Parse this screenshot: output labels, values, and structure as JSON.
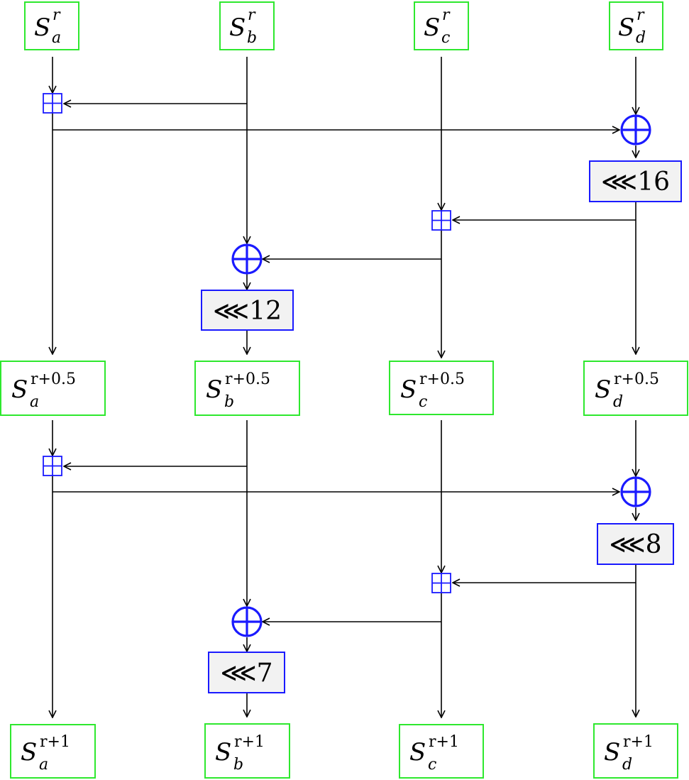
{
  "diagram": {
    "states": {
      "top": {
        "sup": "r",
        "subs": [
          "a",
          "b",
          "c",
          "d"
        ]
      },
      "middle": {
        "sup": "r+0.5",
        "subs": [
          "a",
          "b",
          "c",
          "d"
        ]
      },
      "bottom": {
        "sup": "r+1",
        "subs": [
          "a",
          "b",
          "c",
          "d"
        ]
      },
      "base_symbol": "S"
    },
    "rotations": {
      "first_half": {
        "d": "⋘16",
        "b": "⋘12"
      },
      "second_half": {
        "d": "⋘8",
        "b": "⋘7"
      }
    },
    "colors": {
      "state_border": "#2ee82e",
      "operator": "#1a1aff",
      "rotation_fill": "#f2f2f2"
    }
  }
}
